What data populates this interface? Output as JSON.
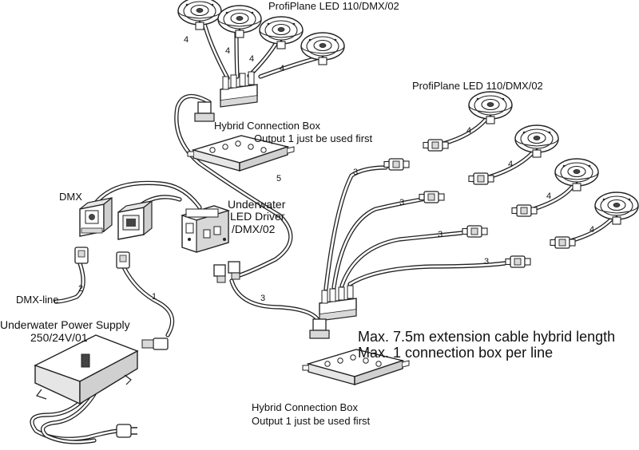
{
  "labels": {
    "top_light_title": "ProfiPlane LED 110/DMX/02",
    "right_light_title": "ProfiPlane LED 110/DMX/02",
    "hybrid_box_top_line1": "Hybrid Connection Box",
    "hybrid_box_top_line2": "Output 1 just be used first",
    "hybrid_box_bottom_line1": "Hybrid Connection Box",
    "hybrid_box_bottom_line2": "Output 1 just be used first",
    "dmx": "DMX",
    "dmx_line": "DMX-line",
    "driver_line1": "Underwater",
    "driver_line2": "LED Driver",
    "driver_line3": "/DMX/02",
    "power_supply_line1": "Underwater Power Supply",
    "power_supply_line2": "250/24V/01",
    "note_line1": "Max. 7.5m extension cable hybrid length",
    "note_line2": "Max. 1 connection box per line"
  },
  "cable_numbers": {
    "top_left_4": "4",
    "top_mid_4a": "4",
    "top_mid_4b": "4",
    "top_mid_4c": "4",
    "right_4a": "4",
    "right_4b": "4",
    "right_4c": "4",
    "right_4d": "4",
    "right_3a": "3",
    "right_3b": "3",
    "right_3c": "3",
    "right_3d": "3",
    "mid_5": "5",
    "bottom_3": "3",
    "dmx_2": "2",
    "psu_1": "1"
  }
}
